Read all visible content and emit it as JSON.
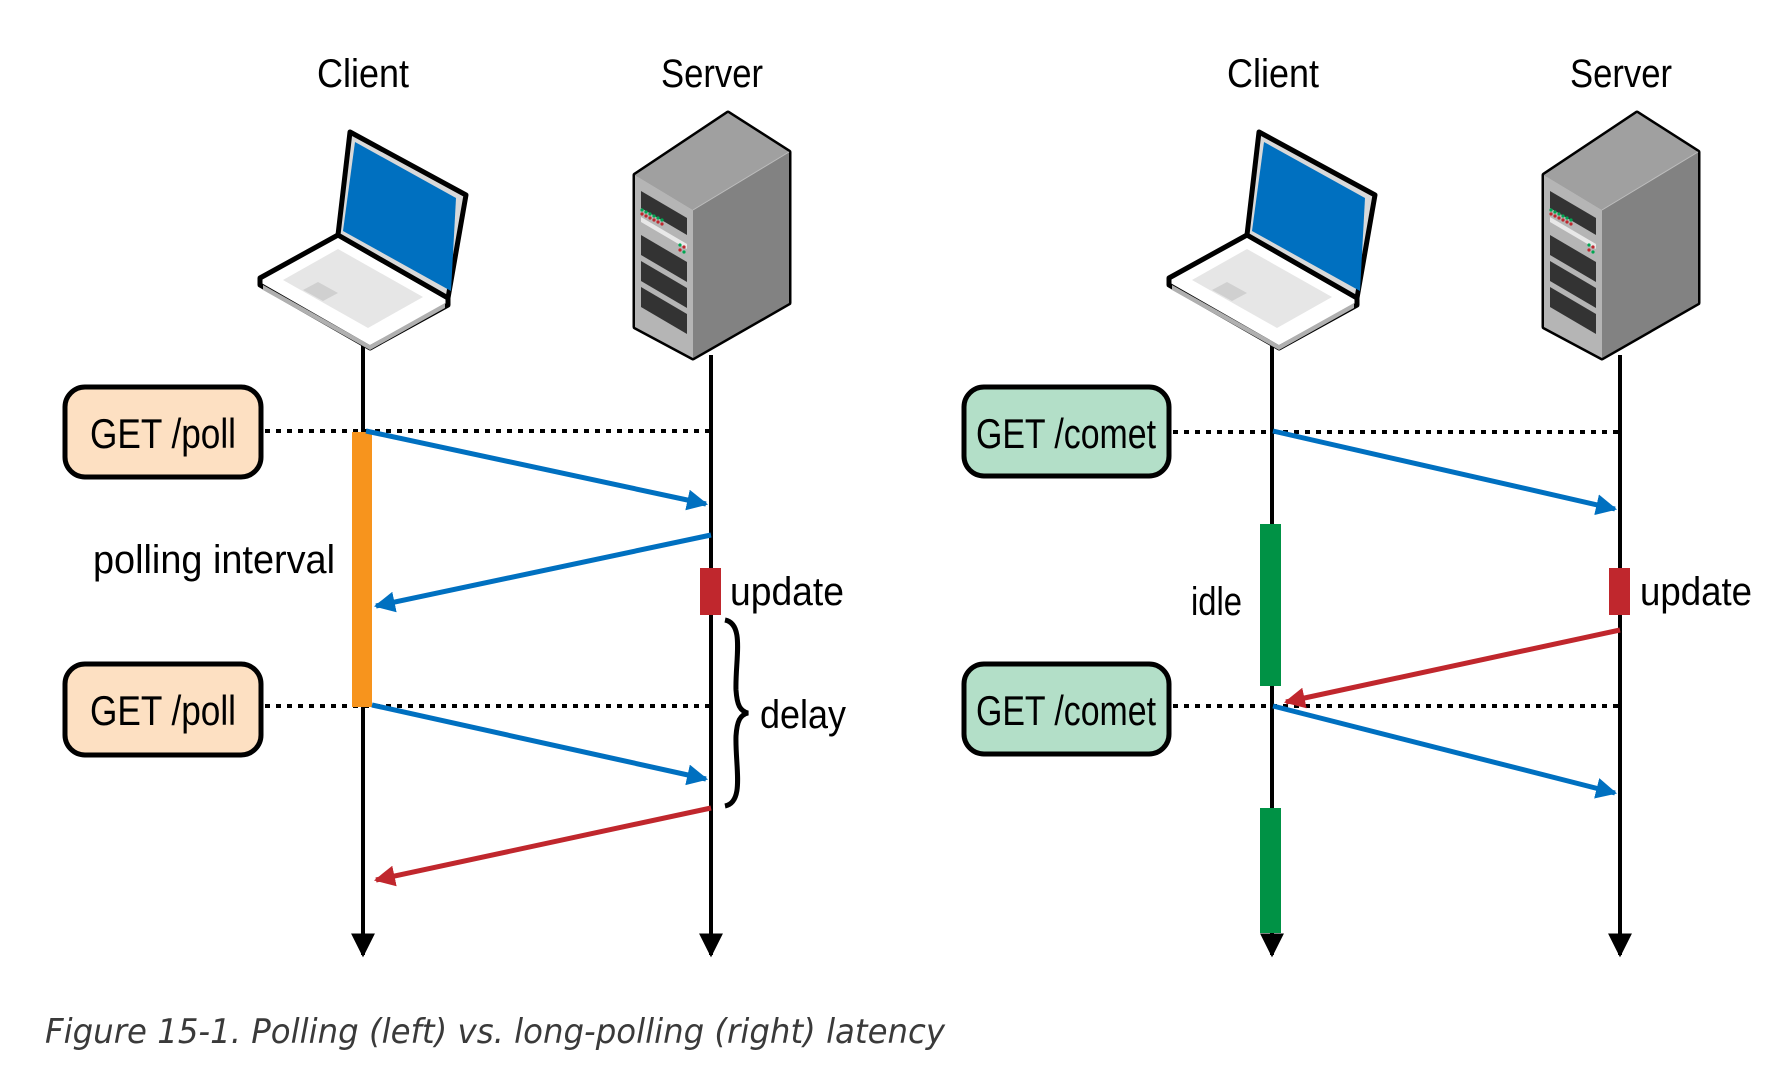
{
  "caption": "Figure 15-1. Polling (left) vs. long-polling (right) latency",
  "colors": {
    "request_arrow": "#0070c0",
    "update_arrow": "#c0272d",
    "polling_interval_bar": "#f7941d",
    "idle_bar": "#009245",
    "update_marker": "#c0272d",
    "poll_box_fill": "#fde0c2",
    "comet_box_fill": "#b3dfc8",
    "laptop_screen": "#0070c0"
  },
  "panels": [
    {
      "name": "polling",
      "client_label": "Client",
      "server_label": "Server",
      "request_boxes": [
        {
          "label": "GET /poll"
        },
        {
          "label": "GET /poll"
        }
      ],
      "interval_label": "polling interval",
      "update_label": "update",
      "delay_label": "delay",
      "messages": [
        {
          "from": "client",
          "to": "server",
          "kind": "request"
        },
        {
          "from": "server",
          "to": "client",
          "kind": "empty-response"
        },
        {
          "from": "client",
          "to": "server",
          "kind": "request"
        },
        {
          "from": "server",
          "to": "client",
          "kind": "update-response"
        }
      ]
    },
    {
      "name": "long-polling",
      "client_label": "Client",
      "server_label": "Server",
      "request_boxes": [
        {
          "label": "GET /comet"
        },
        {
          "label": "GET /comet"
        }
      ],
      "idle_label": "idle",
      "update_label": "update",
      "messages": [
        {
          "from": "client",
          "to": "server",
          "kind": "request"
        },
        {
          "from": "server",
          "to": "client",
          "kind": "update-response"
        },
        {
          "from": "client",
          "to": "server",
          "kind": "request"
        }
      ]
    }
  ]
}
